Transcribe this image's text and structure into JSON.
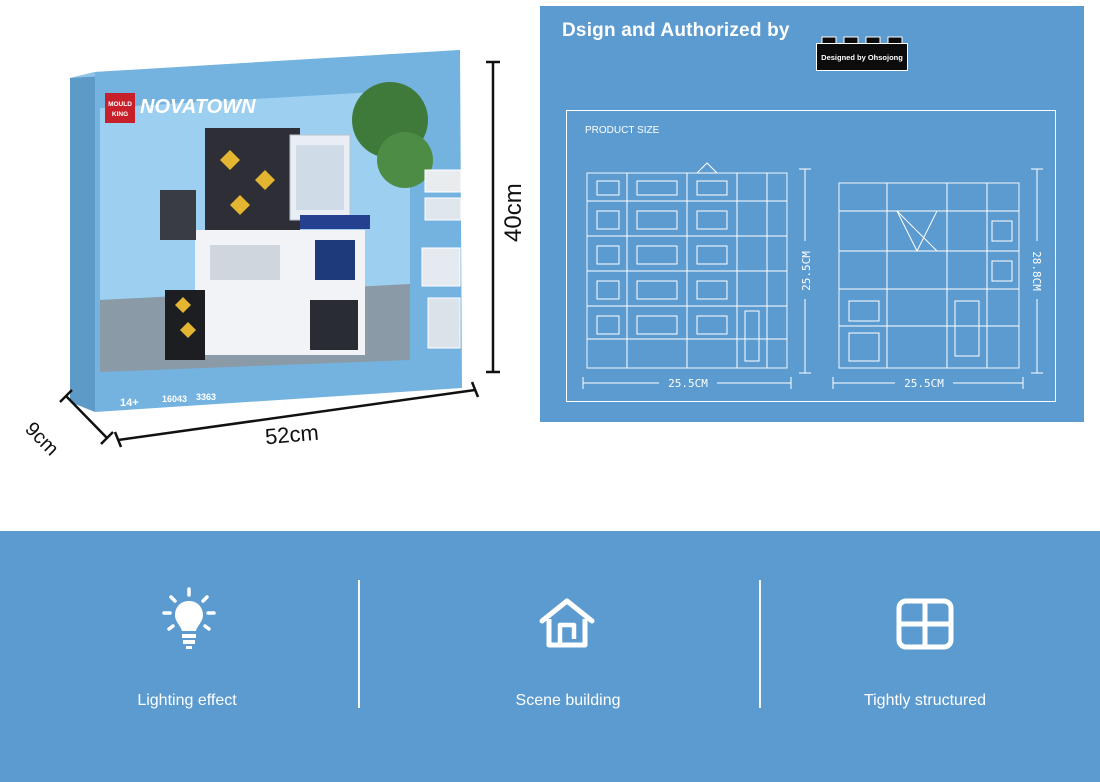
{
  "product_box": {
    "brand_logo": "MOULD KING",
    "series_title": "NOVATOWN",
    "set_number": "16043",
    "piece_count": "3363",
    "age_badge": "14+",
    "dimensions": {
      "height": "40cm",
      "width": "52cm",
      "depth": "9cm"
    }
  },
  "design_panel": {
    "title": "Dsign and Authorized by",
    "designer_badge": "Designed by Ohsojong",
    "product_size_label": "PRODUCT SIZE",
    "front_view": {
      "width_label": "25.5CM",
      "height_label": "25.5CM"
    },
    "side_view": {
      "width_label": "25.5CM",
      "height_label": "28.8CM"
    }
  },
  "features": [
    {
      "label": "Lighting effect",
      "icon": "light-bulb-icon"
    },
    {
      "label": "Scene building",
      "icon": "house-icon"
    },
    {
      "label": "Tightly structured",
      "icon": "grid-icon"
    }
  ],
  "colors": {
    "panel_blue": "#5b9bd0",
    "box_blue": "#74b3e0",
    "text_white": "#ffffff"
  }
}
